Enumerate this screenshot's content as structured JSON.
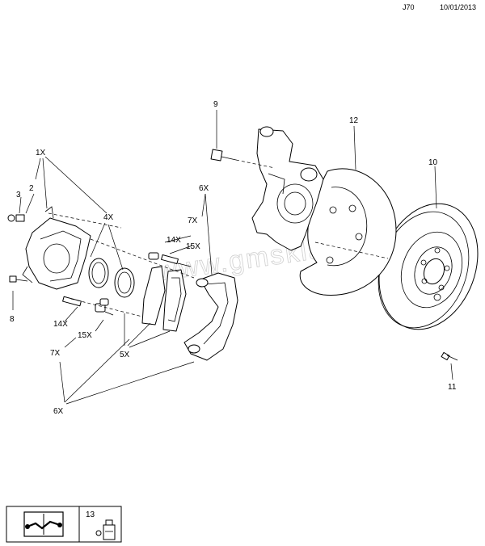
{
  "header": {
    "code": "J70",
    "date": "10/01/2013"
  },
  "watermark": "www.gmsklad.ru",
  "callouts": {
    "c1": "1X",
    "c2": "2",
    "c3": "3",
    "c4": "4X",
    "c5": "5X",
    "c6a": "6X",
    "c6b": "6X",
    "c7a": "7X",
    "c7b": "7X",
    "c8": "8",
    "c9": "9",
    "c10": "10",
    "c11": "11",
    "c12": "12",
    "c13": "13",
    "c14a": "14X",
    "c14b": "14X",
    "c15a": "15X",
    "c15b": "15X"
  },
  "legend": {
    "icons": [
      "manual-wrench-icon",
      "grease-tube-icon"
    ]
  }
}
